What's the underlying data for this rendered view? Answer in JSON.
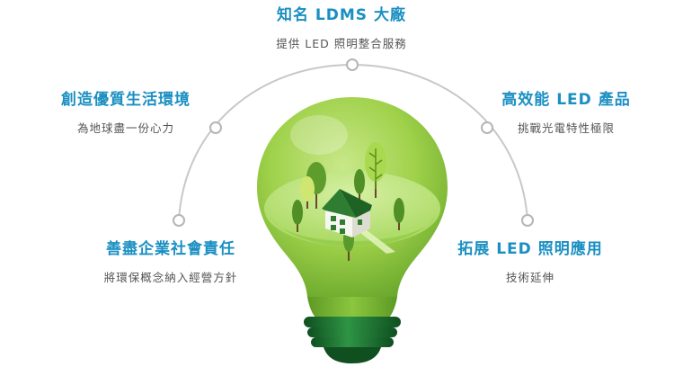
{
  "nodes": {
    "top": {
      "title": "知名 LDMS 大廠",
      "subtitle": "提供 LED 照明整合服務"
    },
    "left1": {
      "title": "創造優質生活環境",
      "subtitle": "為地球盡一份心力"
    },
    "right1": {
      "title": "高效能 LED 產品",
      "subtitle": "挑戰光電特性極限"
    },
    "left2": {
      "title": "善盡企業社會責任",
      "subtitle": "將環保概念納入經營方針"
    },
    "right2": {
      "title": "拓展 LED 照明應用",
      "subtitle": "技術延伸"
    }
  },
  "colors": {
    "title": "#1a8fc2",
    "subtitle": "#555555",
    "arc": "#c8c8c8",
    "bulb_glass": "#8cc63f",
    "bulb_base": "#1e7a34",
    "house_roof": "#2e7d32"
  },
  "icons": [
    "light-bulb-illustration",
    "house-icon",
    "tree-icon"
  ]
}
